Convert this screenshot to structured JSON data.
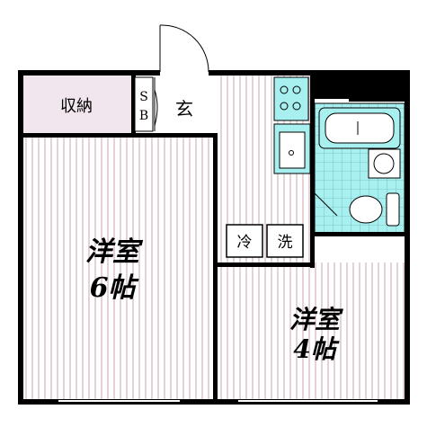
{
  "floor_plan": {
    "rooms": {
      "western_6": {
        "name": "洋室",
        "size": "6帖"
      },
      "western_4": {
        "name": "洋室",
        "size": "4帖"
      }
    },
    "labels": {
      "storage": "収納",
      "shoe_box_top": "S",
      "shoe_box_bottom": "B",
      "entrance": "玄",
      "fridge": "冷",
      "washer": "洗"
    },
    "colors": {
      "wall": "#000000",
      "floor_stripe": "#c9a4ad",
      "storage_fill": "#f2e6ee",
      "bath_fill": "#a8eff0",
      "fixture_fill": "#a8eff0",
      "kitchen_bg": "#ffffff"
    },
    "icons": [
      "door-swing-icon",
      "stove-icon",
      "sink-icon",
      "bathtub-icon",
      "toilet-icon",
      "washbasin-icon"
    ]
  }
}
